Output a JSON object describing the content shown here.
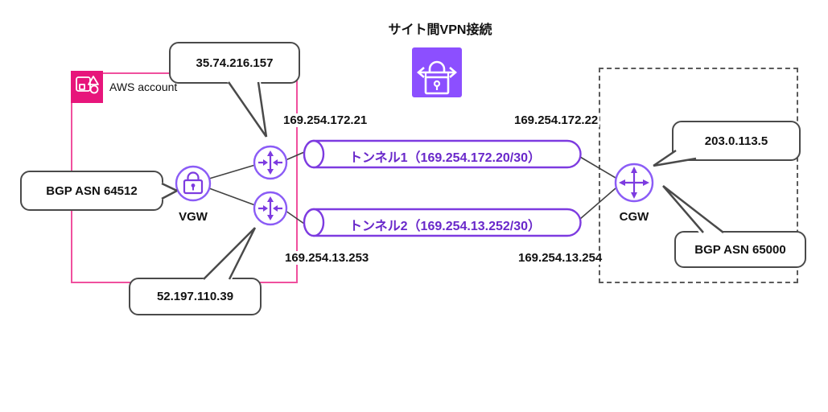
{
  "title": "サイト間VPN接続",
  "aws_account": {
    "label": "AWS account"
  },
  "nodes": {
    "vgw": {
      "label": "VGW"
    },
    "cgw": {
      "label": "CGW"
    }
  },
  "tunnels": [
    {
      "label": "トンネル1（169.254.172.20/30）",
      "left_ip": "169.254.172.21",
      "right_ip": "169.254.172.22"
    },
    {
      "label": "トンネル2（169.254.13.252/30）",
      "left_ip": "169.254.13.253",
      "right_ip": "169.254.13.254"
    }
  ],
  "callouts": {
    "vgw_tunnel1_public_ip": "35.74.216.157",
    "vgw_bgp_asn": "BGP ASN 64512",
    "vgw_tunnel2_public_ip": "52.197.110.39",
    "cgw_public_ip": "203.0.113.5",
    "cgw_bgp_asn": "BGP ASN 65000"
  },
  "colors": {
    "aws_pink": "#E7157B",
    "aws_pink_border": "#F0509E",
    "vpn_purple": "#8C4FFF",
    "node_purple": "#8B5CF6",
    "glyph_purple": "#7D3BE0",
    "tunnel_text_purple": "#6928CA",
    "callout_border": "#4a4a4a",
    "dashed_border": "#5b5b5b"
  }
}
